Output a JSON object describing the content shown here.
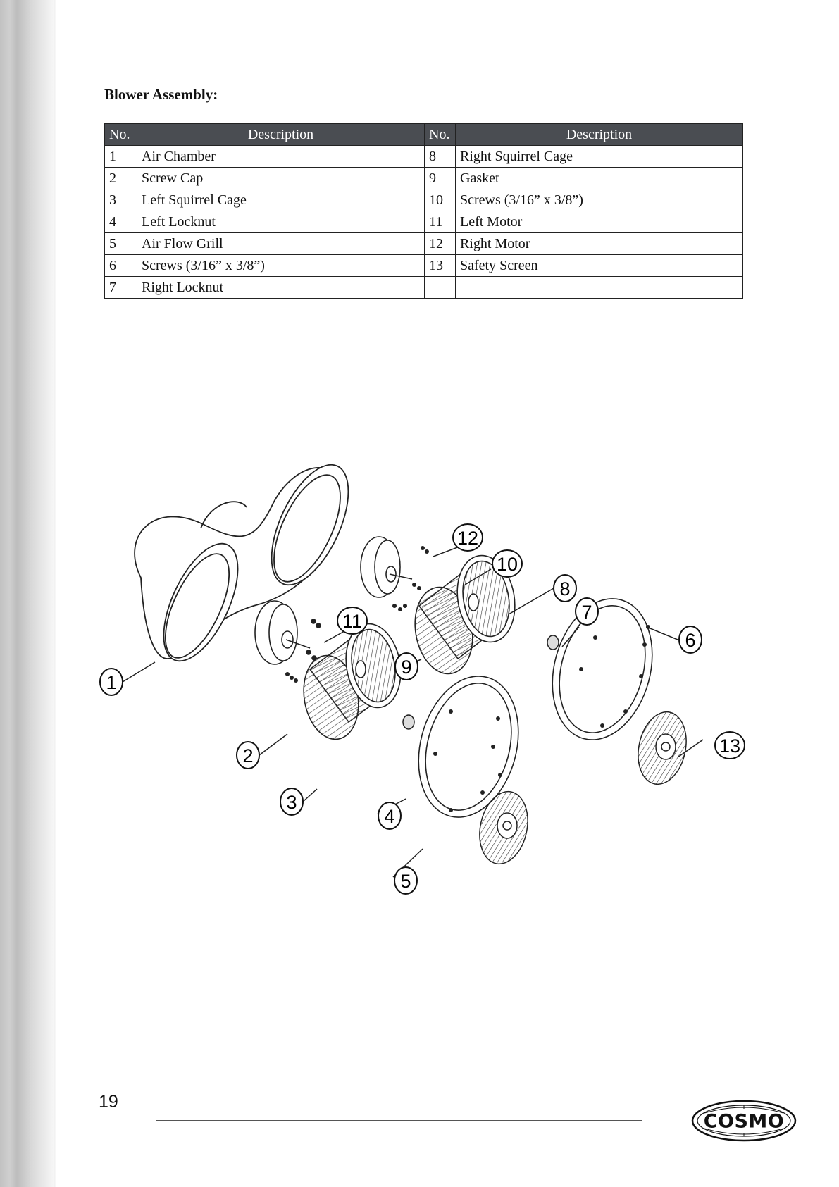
{
  "section_title": "Blower Assembly:",
  "table": {
    "headers": {
      "no": "No.",
      "description": "Description"
    },
    "left": [
      {
        "no": "1",
        "description": "Air Chamber"
      },
      {
        "no": "2",
        "description": "Screw Cap"
      },
      {
        "no": "3",
        "description": "Left Squirrel Cage"
      },
      {
        "no": "4",
        "description": "Left Locknut"
      },
      {
        "no": "5",
        "description": "Air Flow Grill"
      },
      {
        "no": "6",
        "description": "Screws (3/16” x 3/8”)"
      },
      {
        "no": "7",
        "description": "Right Locknut"
      }
    ],
    "right": [
      {
        "no": "8",
        "description": "Right Squirrel Cage"
      },
      {
        "no": "9",
        "description": "Gasket"
      },
      {
        "no": "10",
        "description": "Screws (3/16” x 3/8”)"
      },
      {
        "no": "11",
        "description": "Left Motor"
      },
      {
        "no": "12",
        "description": "Right Motor"
      },
      {
        "no": "13",
        "description": "Safety Screen"
      },
      {
        "no": "",
        "description": ""
      }
    ]
  },
  "diagram": {
    "callouts": [
      "1",
      "2",
      "3",
      "4",
      "5",
      "6",
      "7",
      "8",
      "9",
      "10",
      "11",
      "12",
      "13"
    ]
  },
  "footer": {
    "page_number": "19",
    "logo_text": "COSMO"
  }
}
